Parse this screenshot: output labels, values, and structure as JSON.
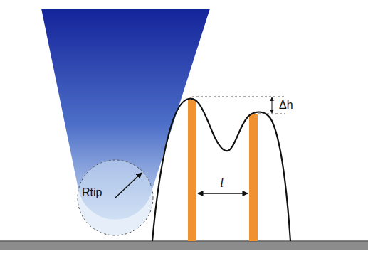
{
  "diagram": {
    "labels": [
      "Rtip",
      "Δh",
      "l"
    ]
  }
}
